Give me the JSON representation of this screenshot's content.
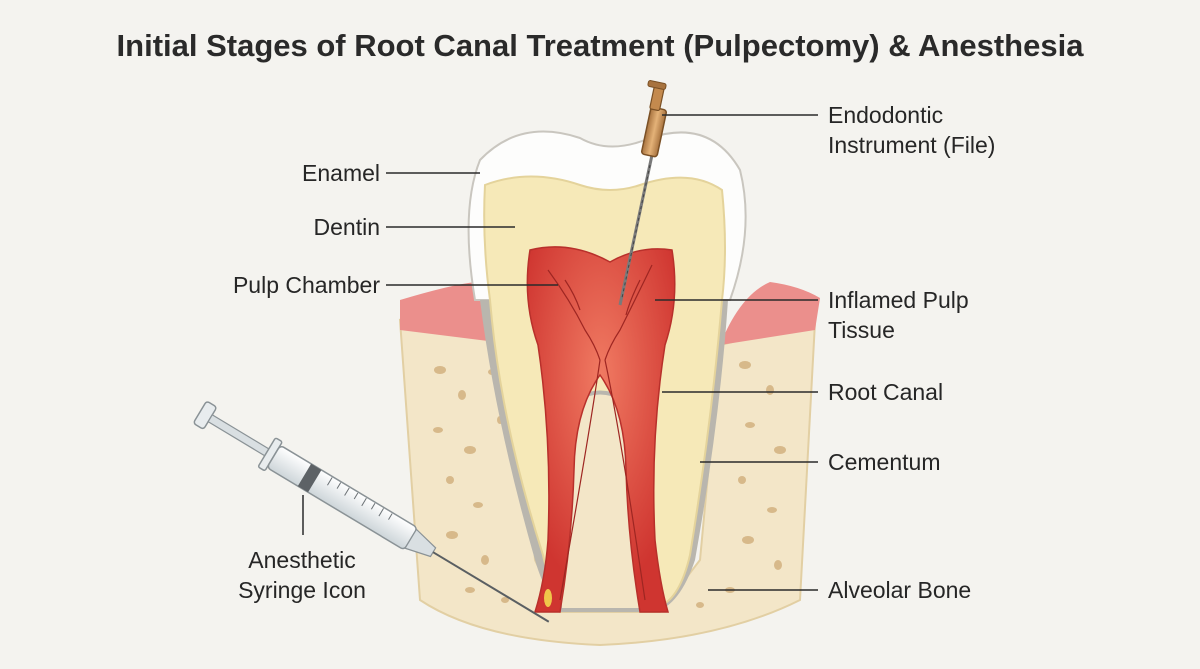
{
  "title": "Initial Stages of Root Canal Treatment (Pulpectomy) & Anesthesia",
  "labels": {
    "enamel": "Enamel",
    "dentin": "Dentin",
    "pulp_chamber": "Pulp Chamber",
    "file_line1": "Endodontic",
    "file_line2": "Instrument (File)",
    "inflamed_line1": "Inflamed Pulp",
    "inflamed_line2": "Tissue",
    "root_canal": "Root Canal",
    "cementum": "Cementum",
    "alveolar_bone": "Alveolar Bone",
    "syringe_line1": "Anesthetic",
    "syringe_line2": "Syringe Icon"
  },
  "colors": {
    "enamel": "#fdfdfc",
    "dentin": "#f6e9b8",
    "pulp": "#d9423b",
    "gum": "#eb8f8c",
    "bone": "#f3e6c8",
    "bone_spots": "#d7b98a",
    "cementum": "#b9b6ae"
  }
}
